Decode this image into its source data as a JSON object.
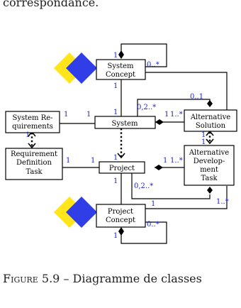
{
  "page": {
    "top_text": "correspondance.",
    "caption_label": "Figure 5.9",
    "caption_sep": " – ",
    "caption_text": "Diagramme de classes"
  },
  "diagram": {
    "classes": {
      "system_concept": [
        "System",
        "Concept"
      ],
      "system_requirements": [
        "System Re-",
        "quirements"
      ],
      "system": [
        "System"
      ],
      "alternative_solution": [
        "Alternative",
        "Solution"
      ],
      "requirement_definition_task": [
        "Requirement",
        "Definition",
        "Task"
      ],
      "project": [
        "Project"
      ],
      "alternative_development_task": [
        "Alternative",
        "Develop-",
        "ment",
        "Task"
      ],
      "project_concept": [
        "Project",
        "Concept"
      ]
    },
    "multiplicities": {
      "sc_self_1": "1",
      "sc_self_0n": "0..*",
      "sc_system_1": "1",
      "sc_alt_01": "0..1",
      "sys_req_1a": "1",
      "sys_req_1b": "1",
      "sys_top_1": "1",
      "sys_alt_02n": "0,2..*",
      "sys_alt_1": "1",
      "sys_alt_1n": "1..*",
      "alt_adt_1a": "1",
      "alt_adt_1b": "1",
      "req_dep_1": "1",
      "req_proj_1a": "1",
      "req_proj_1b": "1",
      "sys_proj_1": "1",
      "proj_adt_1": "1",
      "proj_adt_1n": "1..*",
      "proj_adt_02n": "0,2..*",
      "proj_pc_1": "1",
      "pc_adt_1": "1",
      "pc_adt_1n": "1..*",
      "pc_self_1": "1",
      "pc_self_0n": "0..*"
    },
    "colors": {
      "yellow": "#FFE51A",
      "blue": "#2F3EE6",
      "multiplicity": "#1a23d6",
      "stroke": "#000000"
    }
  }
}
